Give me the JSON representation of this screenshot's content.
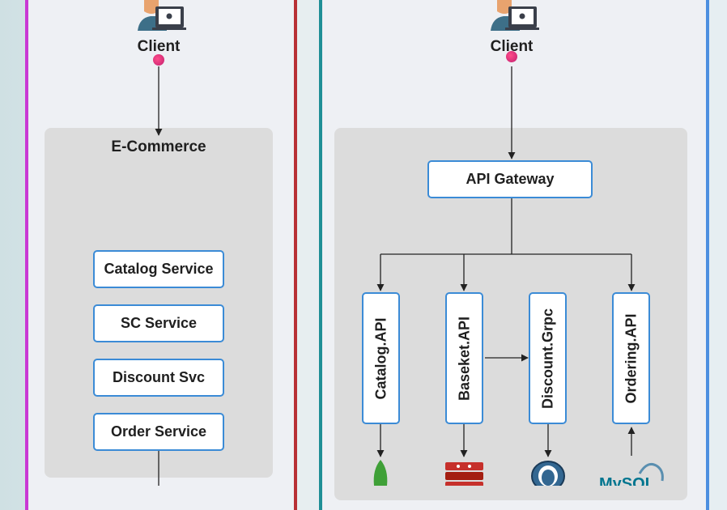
{
  "left": {
    "client_label": "Client",
    "group_title": "E-Commerce",
    "services": [
      "Catalog Service",
      "SC Service",
      "Discount Svc",
      "Order Service"
    ]
  },
  "right": {
    "client_label": "Client",
    "gateway_label": "API Gateway",
    "apis": [
      "Catalog.API",
      "Baseket.API",
      "Discount.Grpc",
      "Ordering.API"
    ],
    "db_icons": [
      "mongodb-icon",
      "redis-icon",
      "postgresql-icon",
      "mysql-icon"
    ],
    "mysql_text": "MySQL"
  },
  "colors": {
    "left_border_1": "#c938d4",
    "left_border_2": "#b83035",
    "right_border_1": "#1f8f96",
    "right_border_2": "#4c8fe0",
    "box_border": "#3b8bd6",
    "connector_dot": "#e0307a"
  }
}
